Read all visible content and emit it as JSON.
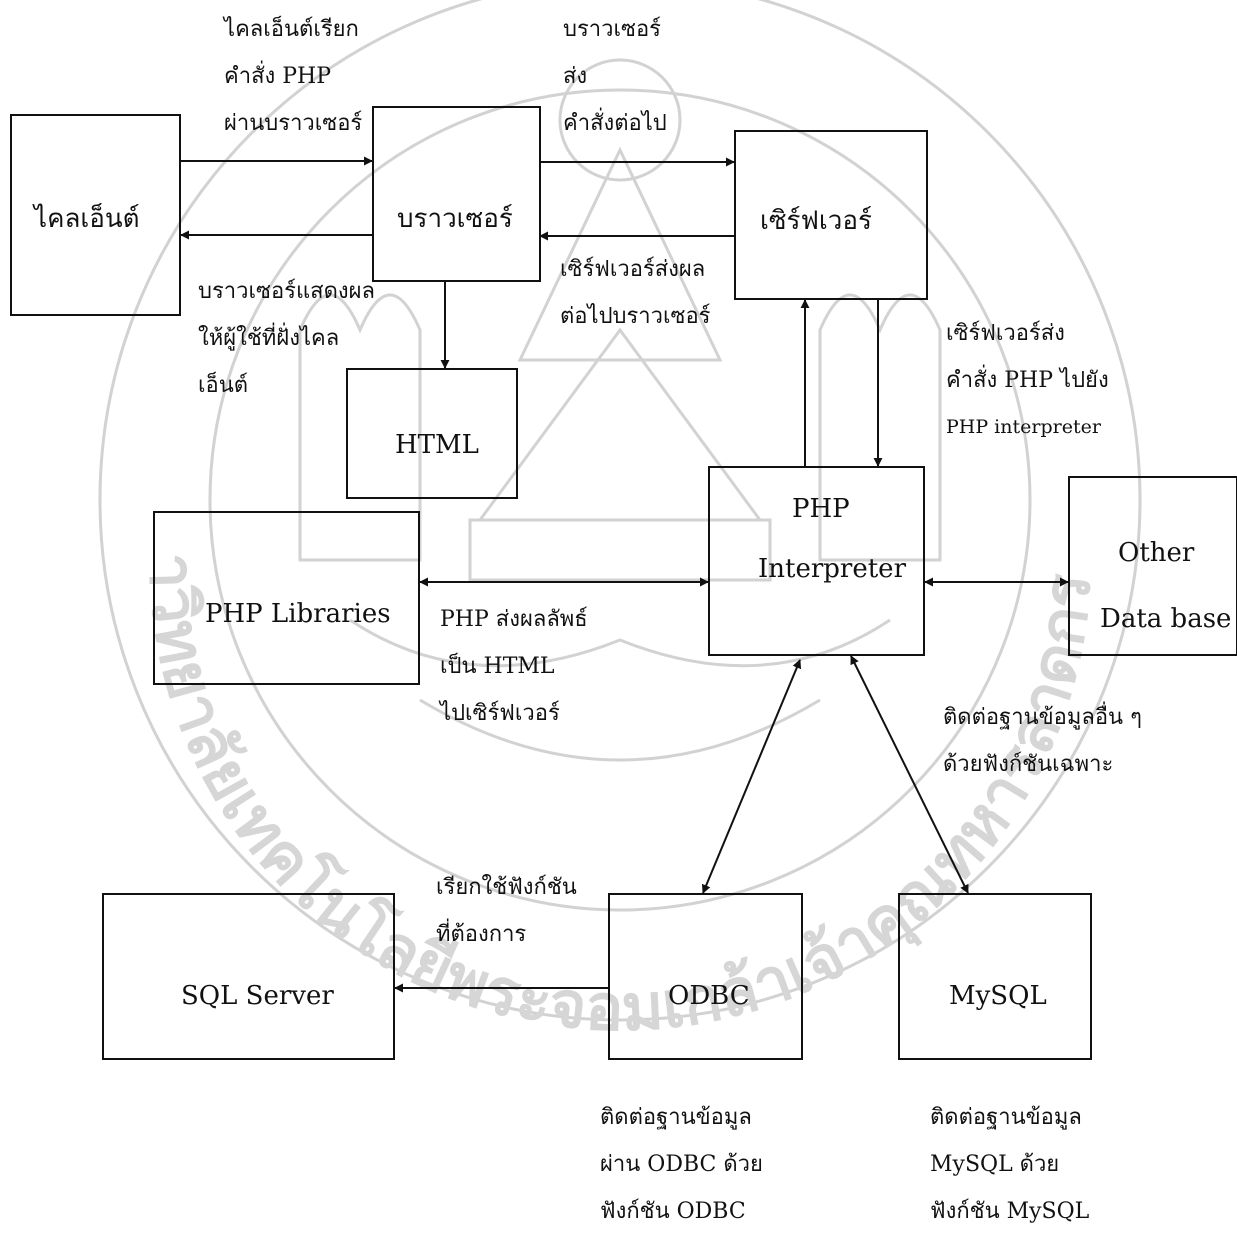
{
  "nodes": {
    "client": "ไคลเอ็นต์",
    "browser": "บราวเซอร์",
    "server": "เซิร์ฟเวอร์",
    "html": "HTML",
    "php_libraries": "PHP Libraries",
    "php_interpreter": [
      "PHP",
      "Interpreter"
    ],
    "other_database": [
      "Other",
      "Data base"
    ],
    "sql_server": "SQL Server",
    "odbc": "ODBC",
    "mysql": "MySQL"
  },
  "annotations": {
    "client_request": [
      "ไคลเอ็นต์เรียก",
      "คำสั่ง PHP",
      "ผ่านบราวเซอร์"
    ],
    "browser_send": [
      "บราวเซอร์",
      "ส่ง",
      "คำสั่งต่อไป"
    ],
    "browser_display": [
      "บราวเซอร์แสดงผล",
      "ให้ผู้ใช้ที่ฝั่งไคล",
      "เอ็นต์"
    ],
    "server_return": [
      "เซิร์ฟเวอร์ส่งผล",
      "ต่อไปบราวเซอร์"
    ],
    "server_to_php": [
      "เซิร์ฟเวอร์ส่ง",
      "คำสั่ง PHP ไปยัง",
      "PHP interpreter"
    ],
    "php_result": [
      "PHP ส่งผลลัพธ์",
      "เป็น HTML",
      "ไปเซิร์ฟเวอร์"
    ],
    "other_db_connect": [
      "ติดต่อฐานข้อมูลอื่น ๆ",
      "ด้วยฟังก์ชันเฉพาะ"
    ],
    "call_function": [
      "เรียกใช้ฟังก์ชัน",
      "ที่ต้องการ"
    ],
    "odbc_connect": [
      "ติดต่อฐานข้อมูล",
      "ผ่าน ODBC ด้วย",
      "ฟังก์ชัน ODBC"
    ],
    "mysql_connect": [
      "ติดต่อฐานข้อมูล",
      "MySQL ด้วย",
      "ฟังก์ชัน MySQL"
    ]
  },
  "watermark": {
    "text": "มหาวิทยาลัยเทคโนโลยีพระจอมเกล้าเจ้าคุณทหารลาดกระบัง",
    "color": "#cfcfcf"
  }
}
